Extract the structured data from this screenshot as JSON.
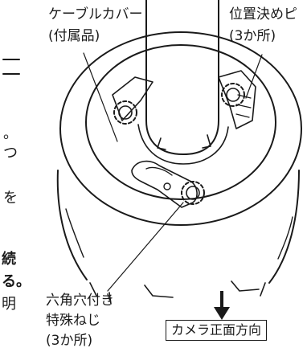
{
  "labels": {
    "cable_cover_line1": "ケーブルカバー",
    "cable_cover_line2": "(付属品)",
    "positioning_pin_line1": "位置決めピ",
    "positioning_pin_line2": "(3か所)",
    "screw_line1": "六角穴付き",
    "screw_line2": "特殊ねじ",
    "screw_line3": "(3か所)",
    "camera_front": "カメラ正面方向"
  },
  "side_text": {
    "line1": "。",
    "line2": "つ",
    "line3": "を",
    "line4": "続",
    "line5": "る。",
    "line6": "明"
  }
}
